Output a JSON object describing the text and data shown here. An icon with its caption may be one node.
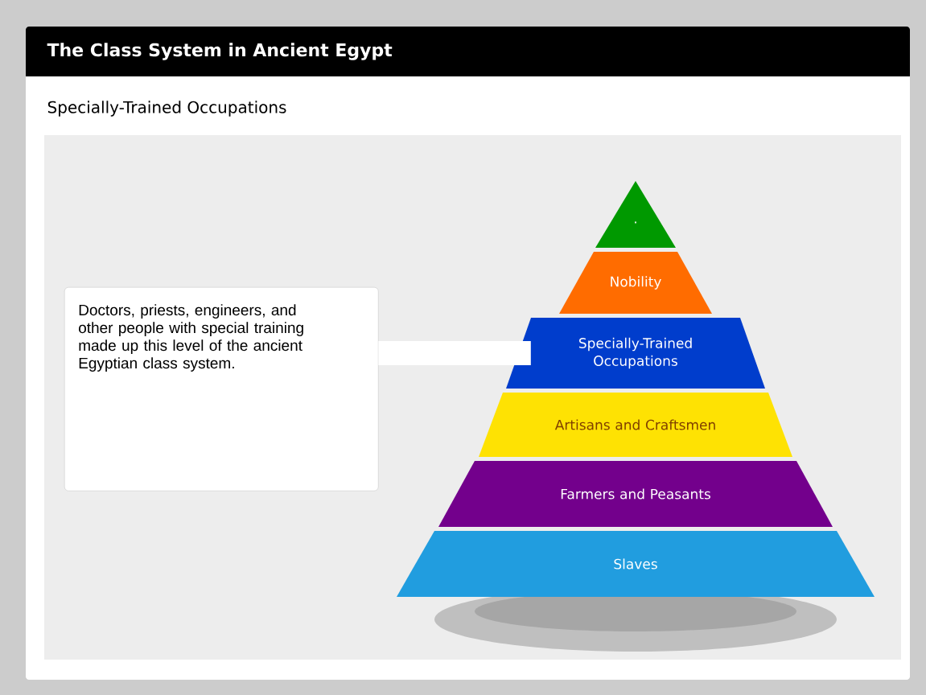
{
  "diagram": {
    "title": "The Class System in Ancient Egypt",
    "nodes": [
      {
        "text": [
          "Doctors, priests, engineers, and other people with special training made up this level of the ancient Egyptian class system."
        ]
      },
      {
        "text": [
          "."
        ]
      },
      {
        "text": [
          "Nobility"
        ]
      },
      {
        "text": [
          "Specially-Trained Occupations"
        ]
      },
      {
        "text": [
          "Artisans and Craftsmen"
        ]
      },
      {
        "text": [
          "Farmers and Peasants"
        ]
      },
      {
        "text": [
          "Slaves"
        ]
      }
    ],
    "edges": [
      {
        "from": 0,
        "to": 3,
        "arrow": "none"
      }
    ],
    "labels": [
      "Specially-Trained Occupations"
    ]
  }
}
